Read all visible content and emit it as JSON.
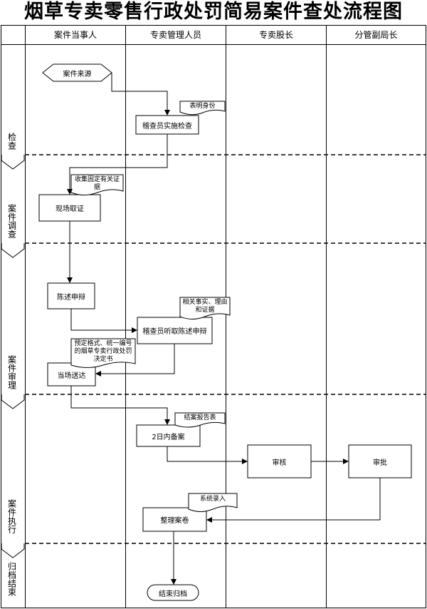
{
  "title": "烟草专卖零售行政处罚简易案件查处流程图",
  "columns": [
    "案件当事人",
    "专卖管理人员",
    "专卖股长",
    "分管副局长"
  ],
  "phases": [
    "检查",
    "案件调查",
    "案件审理",
    "案件执行",
    "归档结束"
  ],
  "nodes": {
    "case_source": "案件来源",
    "inspector_check": "稽查员实施检查",
    "onsite_evidence": "现场取证",
    "statement_defense": "陈述申辩",
    "inspector_hear": "稽查员听取陈述申辩",
    "onsite_delivery": "当场送达",
    "record_2days": "2日内备案",
    "review": "审核",
    "approve": "审批",
    "organize_file": "整理案卷",
    "close_archive": "结束归档"
  },
  "notes": {
    "show_id": "表明身份",
    "collect_evidence": "收集固定有关证据",
    "facts_reasons": "相关事实、理由和证据",
    "decision_doc": "预定格式、统一编号的烟草专卖行政处罚决定书",
    "closing_report": "结案报告表",
    "system_entry": "系统录入"
  }
}
